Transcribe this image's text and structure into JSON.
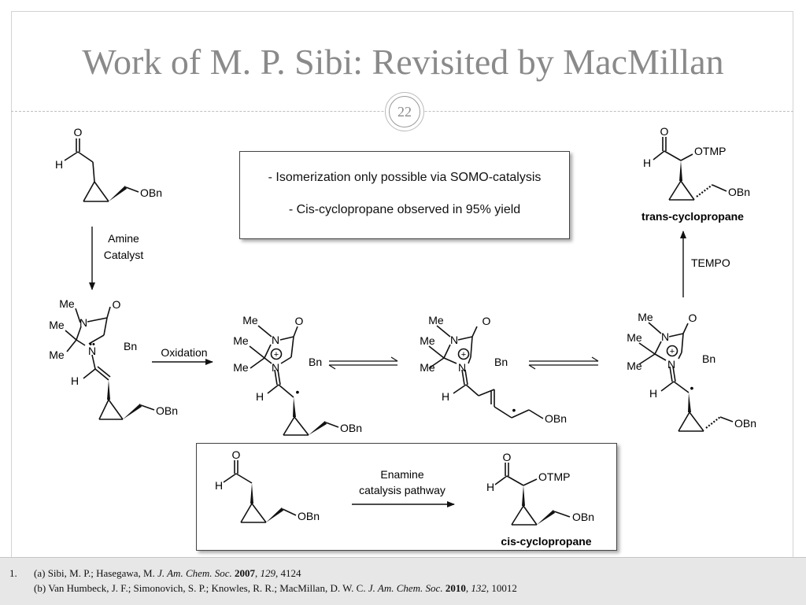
{
  "slide": {
    "title": "Work of M. P. Sibi: Revisited by MacMillan",
    "page_number": "22"
  },
  "notes": {
    "line1": "- Isomerization only possible via SOMO-catalysis",
    "line2": "- Cis-cyclopropane observed in 95% yield"
  },
  "arrows": {
    "amine_catalyst_1": "Amine",
    "amine_catalyst_2": "Catalyst",
    "oxidation": "Oxidation",
    "tempo": "TEMPO",
    "enamine_1": "Enamine",
    "enamine_2": "catalysis pathway"
  },
  "compounds": {
    "trans_product": "trans-cyclopropane",
    "cis_product": "cis-cyclopropane"
  },
  "atoms": {
    "O": "O",
    "H": "H",
    "N": "N",
    "Me": "Me",
    "Bn": "Bn",
    "OBn": "OBn",
    "OTMP": "OTMP",
    "plus": "+",
    "radical": "•",
    "lone_pair": "••"
  },
  "footnote": {
    "number": "1.",
    "refs": [
      {
        "label": "(a)",
        "authors": "Sibi, M. P.; Hasegawa, M.",
        "journal": "J. Am. Chem. Soc.",
        "year": "2007",
        "volume": "129",
        "pages": "4124"
      },
      {
        "label": "(b)",
        "authors": "Van Humbeck, J. F.; Simonovich, S. P.; Knowles, R. R.; MacMillan, D. W. C.",
        "journal": "J. Am. Chem. Soc.",
        "year": "2010",
        "volume": "132",
        "pages": "10012"
      }
    ]
  }
}
